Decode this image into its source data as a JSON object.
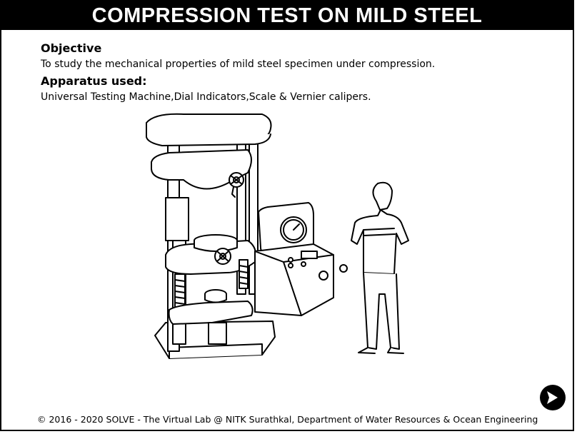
{
  "title": "COMPRESSION TEST ON MILD STEEL",
  "objective": {
    "heading": "Objective",
    "text": "To study the mechanical properties of mild steel specimen under compression."
  },
  "apparatus": {
    "heading": "Apparatus used:",
    "text": "Universal Testing Machine,Dial Indicators,Scale & Vernier calipers."
  },
  "illustration": {
    "icons": [
      "universal-testing-machine-icon",
      "control-console-icon",
      "person-icon"
    ]
  },
  "navigation": {
    "next_icon": "arrow-right-icon"
  },
  "footer": "© 2016 - 2020 SOLVE - The Virtual Lab @ NITK Surathkal, Department of Water Resources & Ocean Engineering"
}
